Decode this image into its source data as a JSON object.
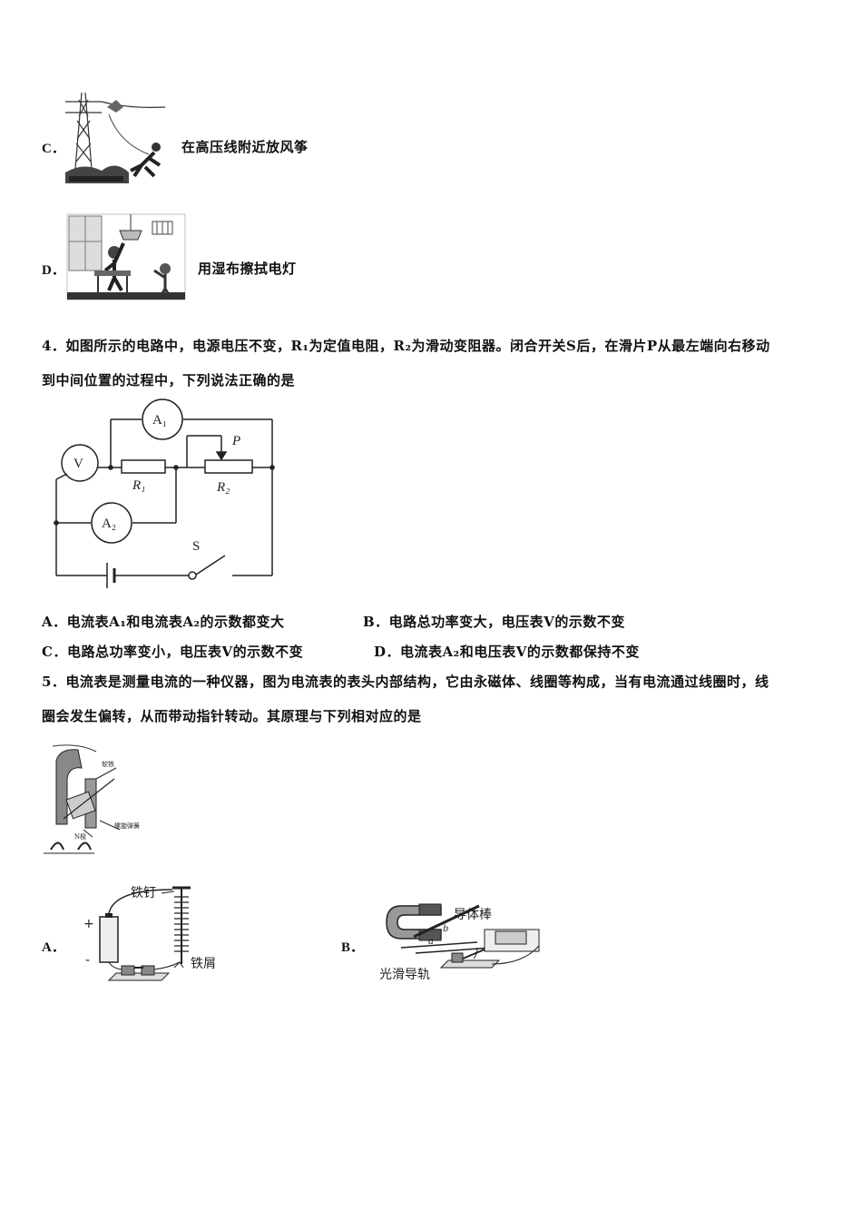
{
  "q3": {
    "option_c": {
      "letter": "C．",
      "text": "在高压线附近放风筝"
    },
    "option_d": {
      "letter": "D．",
      "text": "用湿布擦拭电灯"
    }
  },
  "q4": {
    "stem_line1": "4．如图所示的电路中，电源电压不变，R₁为定值电阻，R₂为滑动变阻器。闭合开关S后，在滑片P从最左端向右移动",
    "stem_line2": "到中间位置的过程中，下列说法正确的是",
    "circuit": {
      "ammeter1": "A₁",
      "ammeter2": "A₂",
      "voltmeter": "V",
      "r1": "R₁",
      "r2": "R₂",
      "slider": "P",
      "switch": "S"
    },
    "option_a": "A．电流表A₁和电流表A₂的示数都变大",
    "option_b": "B．电路总功率变大，电压表V的示数不变",
    "option_c": "C．电路总功率变小，电压表V的示数不变",
    "option_d": "D．电流表A₂和电压表V的示数都保持不变"
  },
  "q5": {
    "stem_line1": "5．电流表是测量电流的一种仪器，图为电流表的表头内部结构，它由永磁体、线圈等构成，当有电流通过线圈时，线",
    "stem_line2": "圈会发生偏转，从而带动指针转动。其原理与下列相对应的是",
    "meter_labels": {
      "iron": "软铁",
      "spring": "螺旋弹簧",
      "pole": "N极"
    },
    "option_a": {
      "letter": "A．",
      "nail": "铁钉",
      "filings": "铁屑",
      "plus": "+",
      "minus": "-"
    },
    "option_b": {
      "letter": "B．",
      "rod": "导体棒",
      "rail": "光滑导轨",
      "a": "a",
      "b": "b"
    }
  }
}
